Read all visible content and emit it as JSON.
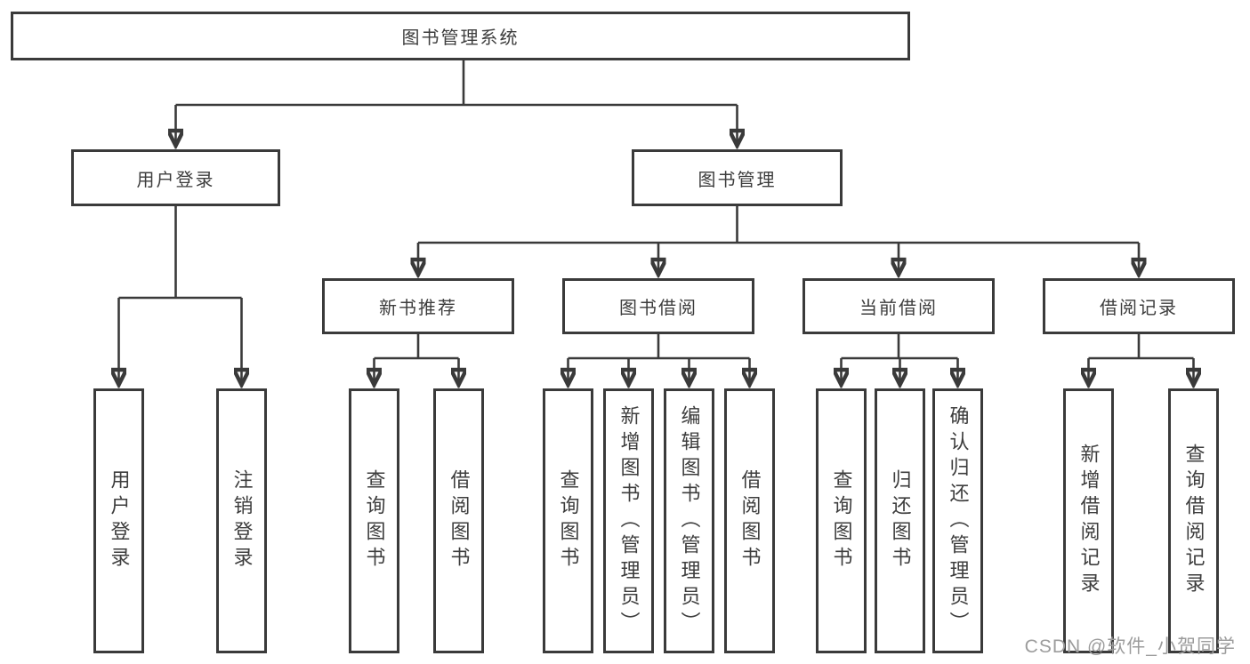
{
  "diagram": {
    "root": {
      "label": "图书管理系统"
    },
    "level2": {
      "user_login": {
        "label": "用户登录"
      },
      "book_management": {
        "label": "图书管理"
      }
    },
    "level3": {
      "new_book": {
        "label": "新书推荐"
      },
      "book_borrow": {
        "label": "图书借阅"
      },
      "current_borrow": {
        "label": "当前借阅"
      },
      "borrow_record": {
        "label": "借阅记录"
      }
    },
    "leaves": {
      "user_login": [
        "用户登录",
        "注销登录"
      ],
      "new_book": [
        "查询图书",
        "借阅图书"
      ],
      "book_borrow": [
        "查询图书",
        "新增图书（管理员）",
        "编辑图书（管理员）",
        "借阅图书"
      ],
      "current_borrow": [
        "查询图书",
        "归还图书",
        "确认归还（管理员）"
      ],
      "borrow_record": [
        "新增借阅记录",
        "查询借阅记录"
      ]
    },
    "watermark": "CSDN @软件_小贺同学",
    "colors": {
      "line": "#3a3a3a",
      "text": "#3d3d3d",
      "box_background": "#ffffff",
      "page_background": "#ffffff",
      "watermark": "#9c9c9c"
    }
  }
}
